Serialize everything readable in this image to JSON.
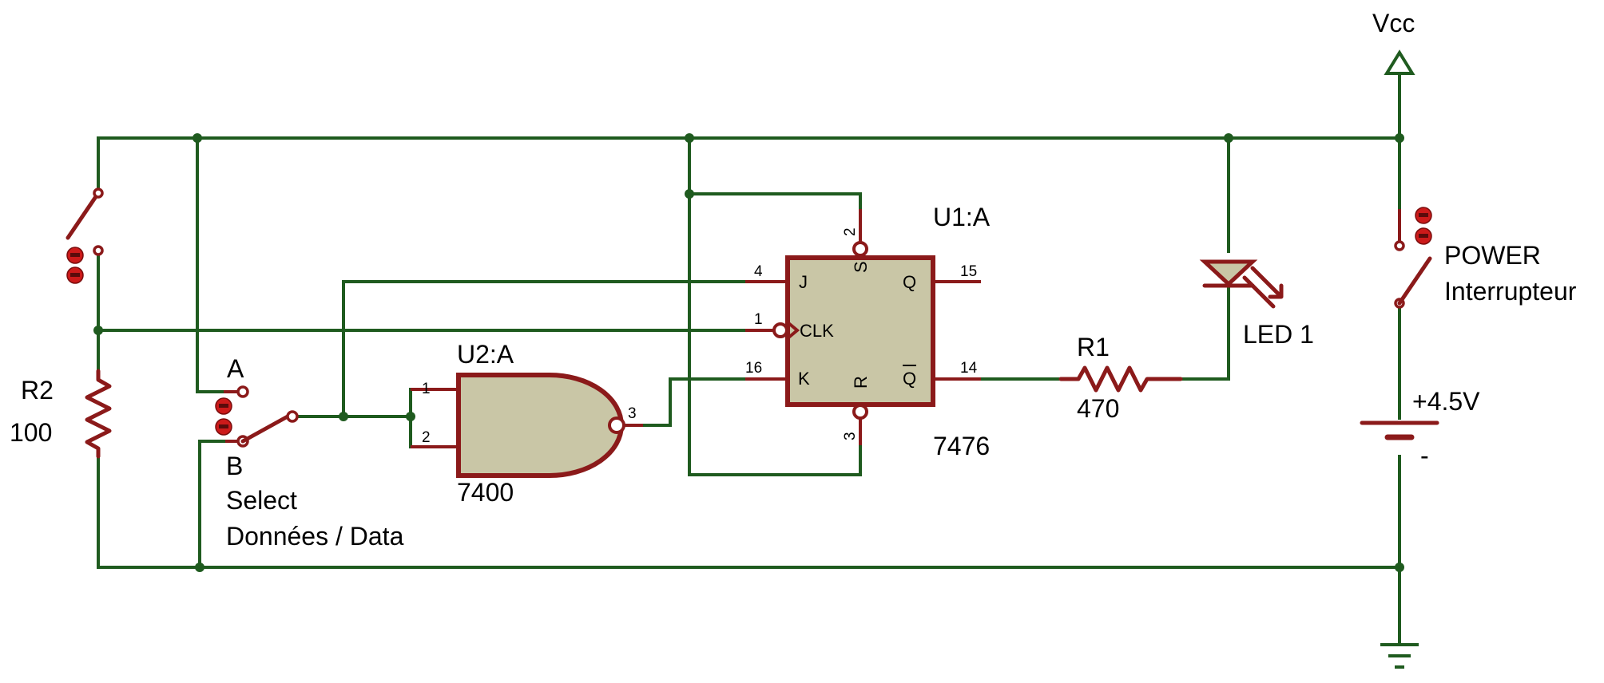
{
  "labels": {
    "vcc": "Vcc",
    "u1": "U1:A",
    "u2": "U2:A",
    "u1_part": "7476",
    "u2_part": "7400",
    "r1_name": "R1",
    "r1_value": "470",
    "r2_name": "R2",
    "r2_value": "100",
    "led": "LED 1",
    "power_line1": "POWER",
    "power_line2": "Interrupteur",
    "battery_plus": "+4.5V",
    "battery_minus": "-",
    "switch_a": "A",
    "switch_b": "B",
    "select_line1": "Select",
    "select_line2": "Données / Data"
  },
  "pins": {
    "j_num": "4",
    "j_name": "J",
    "clk_num": "1",
    "clk_name": "CLK",
    "k_num": "16",
    "k_name": "K",
    "s_num": "2",
    "s_name": "S",
    "r_num": "3",
    "r_name": "R",
    "q_num": "15",
    "q_name": "Q",
    "qbar_num": "14",
    "qbar_name": "Q",
    "nand_in1": "1",
    "nand_in2": "2",
    "nand_out": "3"
  },
  "colors": {
    "wire": "#1f5b1f",
    "component": "#8b1a1a",
    "ic_body": "#c9c6a6"
  }
}
